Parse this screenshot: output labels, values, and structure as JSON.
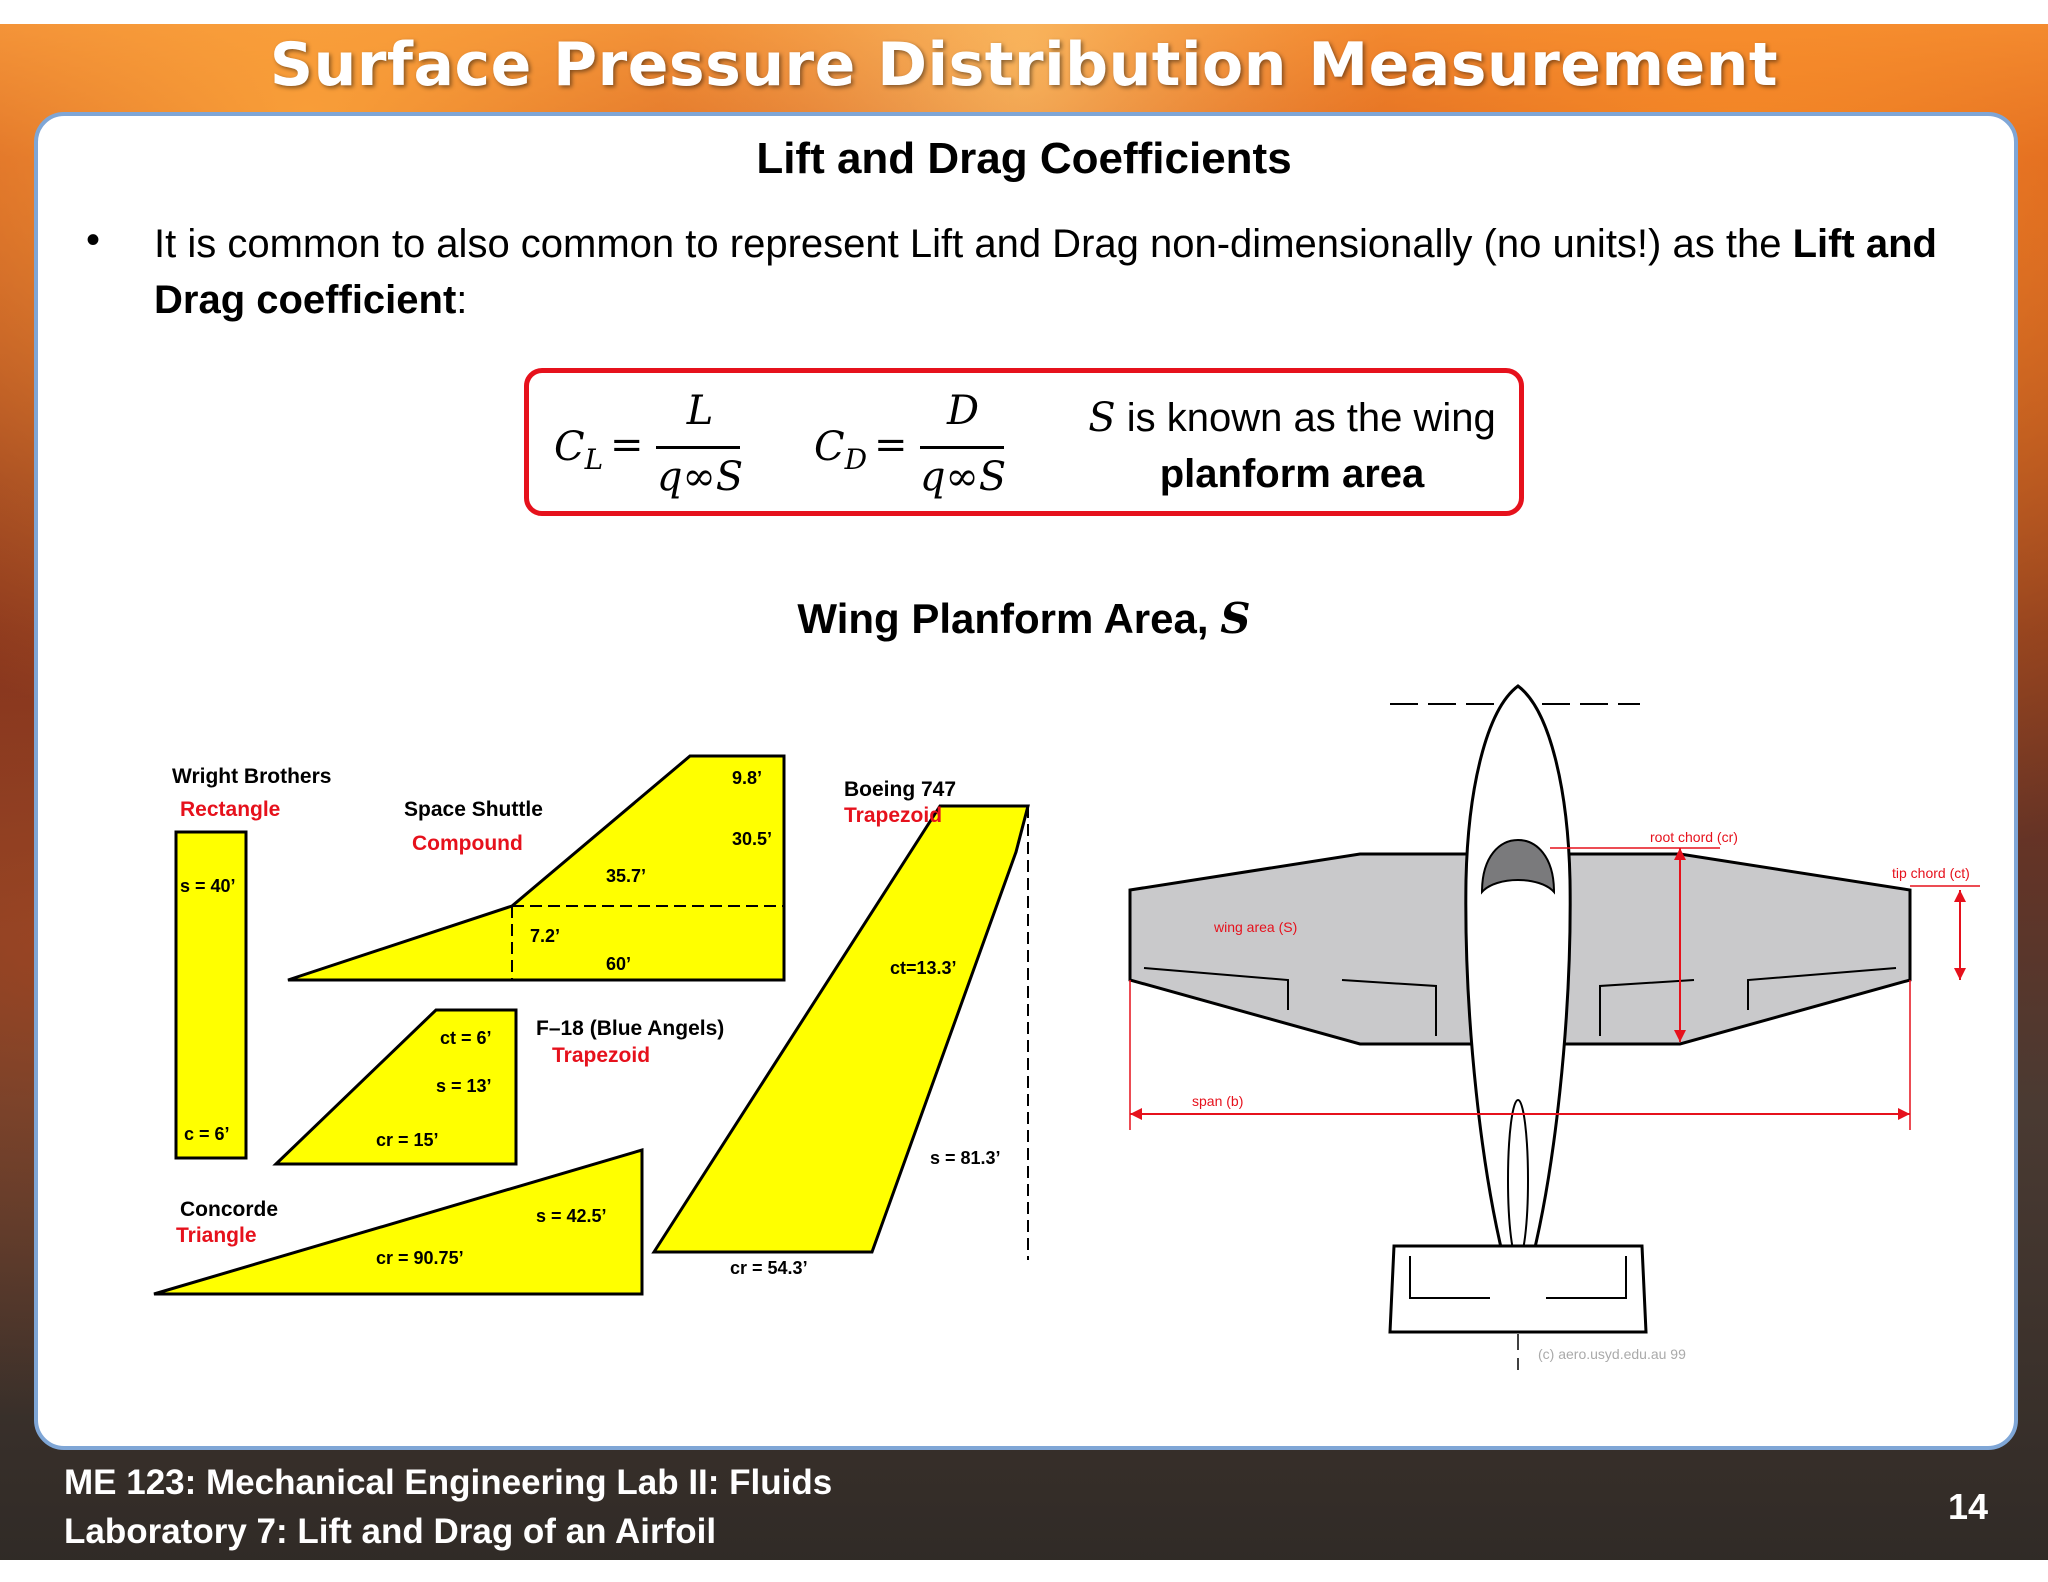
{
  "slide": {
    "title": "Surface Pressure Distribution Measurement",
    "heading": "Lift and Drag Coefficients",
    "bullet": {
      "text_before": "It is common to also common to represent Lift and Drag non-dimensionally (no units!) as the ",
      "bold": "Lift and Drag coefficient",
      "text_after": ":"
    },
    "equations": {
      "cl_lhs": "C",
      "cl_sub": "L",
      "cl_num": "L",
      "cl_den": "q∞S",
      "cd_lhs": "C",
      "cd_sub": "D",
      "cd_num": "D",
      "cd_den": "q∞S",
      "eq_sign": "=",
      "note_s": "S",
      "note_rest": " is known as the wing",
      "note_bold": "planform area"
    },
    "figure_heading_text": "Wing Planform Area, ",
    "figure_heading_symbol": "S",
    "footer_line1": "ME 123: Mechanical Engineering Lab II: Fluids",
    "footer_line2": "Laboratory 7: Lift and Drag of an Airfoil",
    "page_number": "14"
  },
  "planforms": {
    "wright": {
      "name": "Wright  Brothers",
      "shape": "Rectangle",
      "s": "s = 40’",
      "c": "c = 6’"
    },
    "shuttle": {
      "name": "Space Shuttle",
      "shape": "Compound",
      "tip": "9.8’",
      "d1": "30.5’",
      "d2": "35.7’",
      "d3": "7.2’",
      "d4": "60’"
    },
    "f18": {
      "name": "F–18  (Blue Angels)",
      "shape": "Trapezoid",
      "ct": "ct = 6’",
      "s": "s = 13’",
      "cr": "cr = 15’"
    },
    "concorde": {
      "name": "Concorde",
      "shape": "Triangle",
      "s": "s = 42.5’",
      "cr": "cr = 90.75’"
    },
    "b747": {
      "name": "Boeing 747",
      "shape": "Trapezoid",
      "ct": "ct=13.3’",
      "s": "s = 81.3’",
      "cr": "cr = 54.3’"
    }
  },
  "airplane": {
    "root_chord": "root chord (cr)",
    "tip_chord": "tip chord (ct)",
    "wing_area": "wing area (S)",
    "span": "span (b)",
    "credit": "(c) aero.usyd.edu.au 99"
  },
  "colors": {
    "accent_red": "#e6111c",
    "shape_fill": "#ffff00",
    "panel_border": "#7fa6d6"
  }
}
